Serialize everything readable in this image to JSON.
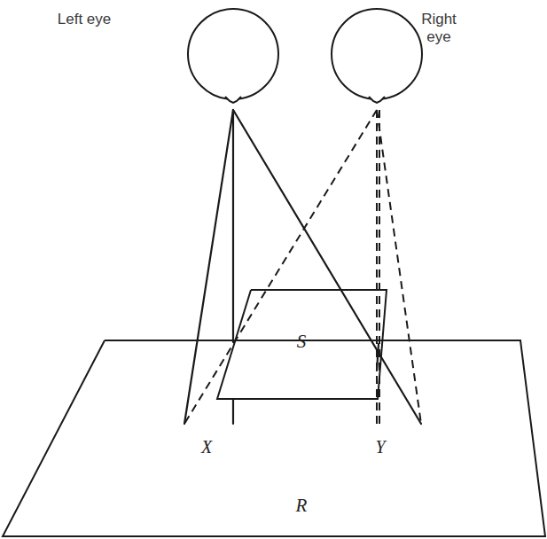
{
  "diagram": {
    "nodes": [
      {
        "text": [
          "Left eye"
        ]
      },
      {
        "text": [
          "Right eye"
        ]
      },
      {
        "text": [
          "S"
        ]
      },
      {
        "text": [
          "R"
        ]
      }
    ],
    "labels": [
      "X",
      "Y"
    ]
  }
}
